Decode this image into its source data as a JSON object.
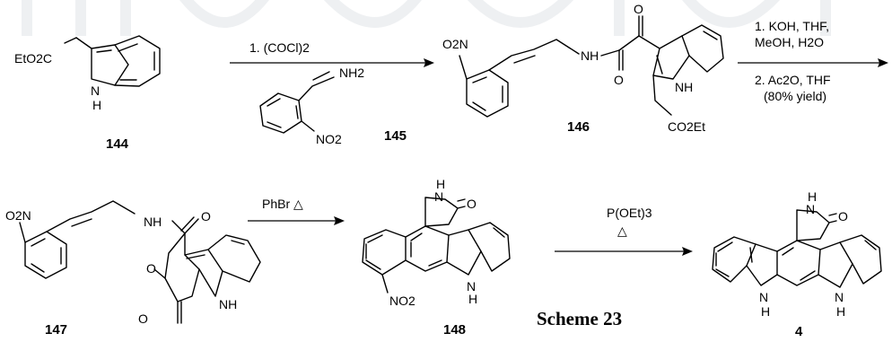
{
  "title": "Scheme 23",
  "compounds": [
    {
      "id": "144",
      "labels": {
        "ester": "EtO2C",
        "nh": "N",
        "h": "H"
      }
    },
    {
      "id": "145",
      "labels": {
        "nh2": "NH2",
        "no2": "NO2"
      }
    },
    {
      "id": "146",
      "labels": {
        "no2": "O2N",
        "amide": "NH",
        "o1": "O",
        "o2": "O",
        "nh": "NH",
        "ester": "CO2Et"
      }
    },
    {
      "id": "147",
      "labels": {
        "no2": "O2N",
        "amide": "NH",
        "o1": "O",
        "o_ring": "O",
        "o_lac": "O",
        "nh": "NH"
      }
    },
    {
      "id": "148",
      "labels": {
        "lactam_nh": "N",
        "lactam_h": "H",
        "o": "O",
        "no2": "NO2",
        "nh": "N",
        "h": "H"
      }
    },
    {
      "id": "4",
      "labels": {
        "lactam_nh": "N",
        "lactam_h": "H",
        "o": "O",
        "nh1": "N",
        "h1": "H",
        "nh2": "N",
        "h2": "H"
      }
    }
  ],
  "steps": [
    {
      "conditions": [
        "1. (COCl)2"
      ]
    },
    {
      "conditions": [
        "1. KOH, THF,",
        "MeOH, H2O",
        "2. Ac2O, THF",
        "(80% yield)"
      ]
    },
    {
      "conditions": [
        "PhBr  △"
      ]
    },
    {
      "conditions": [
        "P(OEt)3",
        "△"
      ]
    }
  ]
}
